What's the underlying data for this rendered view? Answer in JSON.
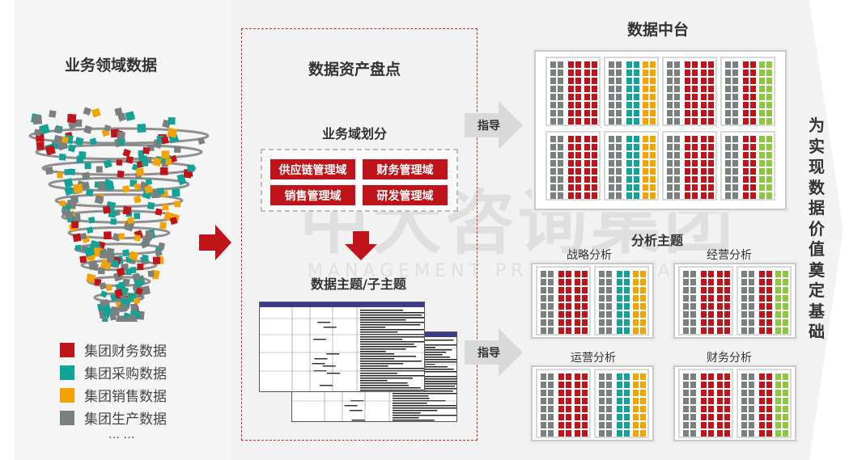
{
  "left": {
    "title": "业务领域数据",
    "legend": [
      {
        "label": "集团财务数据",
        "color": "#c0141b"
      },
      {
        "label": "集团采购数据",
        "color": "#11a396"
      },
      {
        "label": "集团销售数据",
        "color": "#f5a300"
      },
      {
        "label": "集团生产数据",
        "color": "#7a8080"
      }
    ],
    "ellipsis": "… …"
  },
  "middle": {
    "title": "数据资产盘点",
    "domain_title": "业务域划分",
    "domains": [
      "供应链管理域",
      "财务管理域",
      "销售管理域",
      "研发管理域"
    ],
    "topics_title": "数据主题/子主题"
  },
  "right": {
    "platform_title": "数据中台",
    "guide1": "指导",
    "guide2": "指导",
    "analysis_title": "分析主题",
    "analysis": [
      "战略分析",
      "经营分析",
      "运营分析",
      "财务分析"
    ],
    "vertical_text": "为实现数据价值奠定基础"
  },
  "watermark": {
    "main": "中大咨询集团",
    "sub": "MANAGEMENT PROFESSIONALS"
  },
  "colors": {
    "red": "#c0141b",
    "teal": "#11a396",
    "orange": "#f5a300",
    "gray": "#7a8080",
    "green": "#8dc63f"
  }
}
